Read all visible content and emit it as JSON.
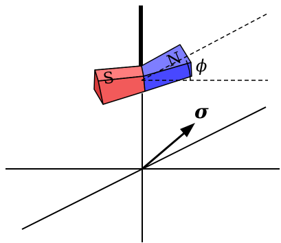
{
  "labels": {
    "south_pole": "S",
    "north_pole": "N",
    "angle": "ϕ",
    "vector": "σ"
  },
  "colors": {
    "background": "#ffffff",
    "ink": "#000000",
    "south_top": "#ff7e7e",
    "south_front": "#f25a5a",
    "south_side": "#d83c3c",
    "north_top": "#7e7eff",
    "north_front": "#4848ff",
    "north_side": "#2f2fd8"
  }
}
